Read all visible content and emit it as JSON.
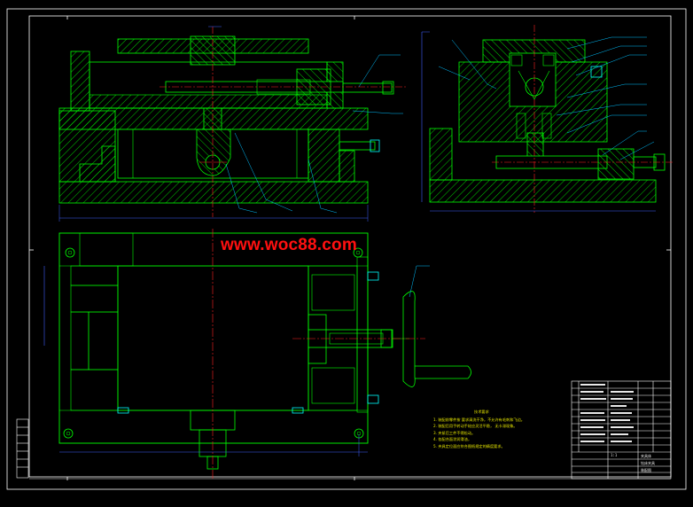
{
  "watermark": "www.woc88.com",
  "technical_requirements": {
    "title": "技术要求",
    "items": [
      "1. 装配前零件按 要求清洗干净，不允许有毛刺和飞边。",
      "2. 装配后用手转动手轮应灵活平稳， 无卡滞现象。",
      "3. 夹紧后工件不得松动。",
      "4. 各配合面涂润滑油，",
      "5. 夹具定位面应符合图纸规定的精度要求。"
    ]
  },
  "title_block": {
    "scale": "1:1",
    "rows": [
      "夹具体",
      "钻床夹具",
      "装配图"
    ]
  },
  "colors": {
    "outline": "#00ff00",
    "hatch": "#00ff00",
    "center": "#ff2020",
    "leader": "#00c0ff",
    "dimension": "#4060ff",
    "frame": "#ffffff",
    "fastener": "#00ffff"
  }
}
